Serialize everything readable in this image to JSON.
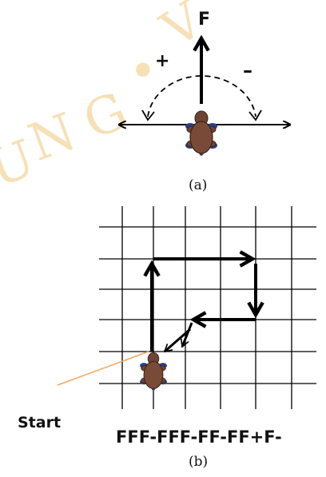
{
  "watermark": {
    "letters": [
      "U",
      "N",
      "G",
      "•",
      "V"
    ]
  },
  "panel_a": {
    "forward_label": "F",
    "plus_label": "+",
    "minus_label": "–",
    "caption": "(a)"
  },
  "panel_b": {
    "start_label": "Start",
    "command_string": "FFF-FFF-FF-FF+F-",
    "caption": "(b)"
  },
  "colors": {
    "turtle_shell": "#7a4a38",
    "turtle_body": "#5a3a2c",
    "turtle_feet": "#2b3f8f",
    "start_pointer": "#f2a55c",
    "watermark": "#f3d6a0"
  }
}
